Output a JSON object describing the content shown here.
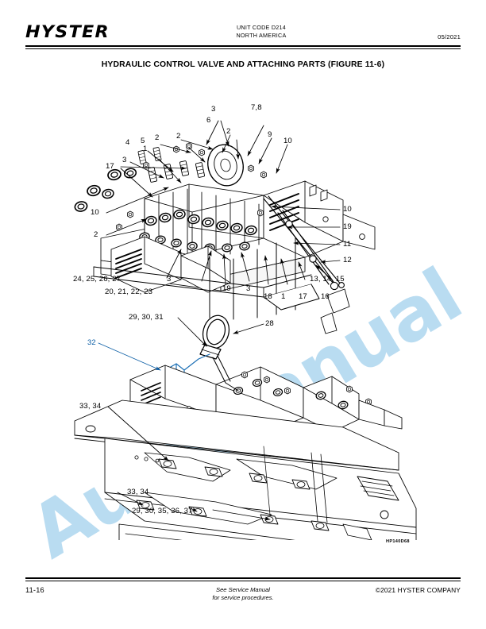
{
  "header": {
    "logo_text": "HYSTER",
    "unit_code": "UNIT CODE D214",
    "region": "NORTH AMERICA",
    "date": "05/2021"
  },
  "title": "HYDRAULIC CONTROL VALVE AND ATTACHING PARTS (FIGURE 11-6)",
  "watermark": {
    "text": "AutoManual",
    "color": "#b9dcf1"
  },
  "figure": {
    "code": "HP140D68",
    "callouts": [
      {
        "id": "c-3-top",
        "label": "3"
      },
      {
        "id": "c-78",
        "label": "7,8"
      },
      {
        "id": "c-2-upper-mid",
        "label": "2"
      },
      {
        "id": "c-6",
        "label": "6"
      },
      {
        "id": "c-2-upper-right",
        "label": "2"
      },
      {
        "id": "c-9",
        "label": "9"
      },
      {
        "id": "c-10-upper",
        "label": "10"
      },
      {
        "id": "c-2-left",
        "label": "2"
      },
      {
        "id": "c-4",
        "label": "4"
      },
      {
        "id": "c-5",
        "label": "5"
      },
      {
        "id": "c-1-left",
        "label": "1"
      },
      {
        "id": "c-3-left",
        "label": "3"
      },
      {
        "id": "c-17-left",
        "label": "17"
      },
      {
        "id": "c-10-left",
        "label": "10"
      },
      {
        "id": "c-2-lower-left",
        "label": "2"
      },
      {
        "id": "c-10-right",
        "label": "10"
      },
      {
        "id": "c-19-right",
        "label": "19"
      },
      {
        "id": "c-11",
        "label": "11"
      },
      {
        "id": "c-12",
        "label": "12"
      },
      {
        "id": "c-131415",
        "label": "13, 14, 15"
      },
      {
        "id": "c-24252627",
        "label": "24, 25, 26, 27"
      },
      {
        "id": "c-3-mid",
        "label": "3"
      },
      {
        "id": "c-19-mid",
        "label": "19"
      },
      {
        "id": "c-3-mid2",
        "label": "3"
      },
      {
        "id": "c-20212223",
        "label": "20, 21, 22, 23"
      },
      {
        "id": "c-18",
        "label": "18"
      },
      {
        "id": "c-1-bottom",
        "label": "1"
      },
      {
        "id": "c-17-bottom",
        "label": "17"
      },
      {
        "id": "c-16",
        "label": "16"
      },
      {
        "id": "c-293031",
        "label": "29, 30, 31"
      },
      {
        "id": "c-28",
        "label": "28"
      },
      {
        "id": "c-32",
        "label": "32"
      },
      {
        "id": "c-3334-upper",
        "label": "33, 34"
      },
      {
        "id": "c-3334-lower",
        "label": "33, 34"
      },
      {
        "id": "c-29303536937",
        "label": "29, 30, 35, 36, 37"
      }
    ]
  },
  "footer": {
    "page_number": "11-16",
    "center_line1": "See Service Manual",
    "center_line2": "for service procedures.",
    "copyright": "©2021 HYSTER COMPANY"
  }
}
